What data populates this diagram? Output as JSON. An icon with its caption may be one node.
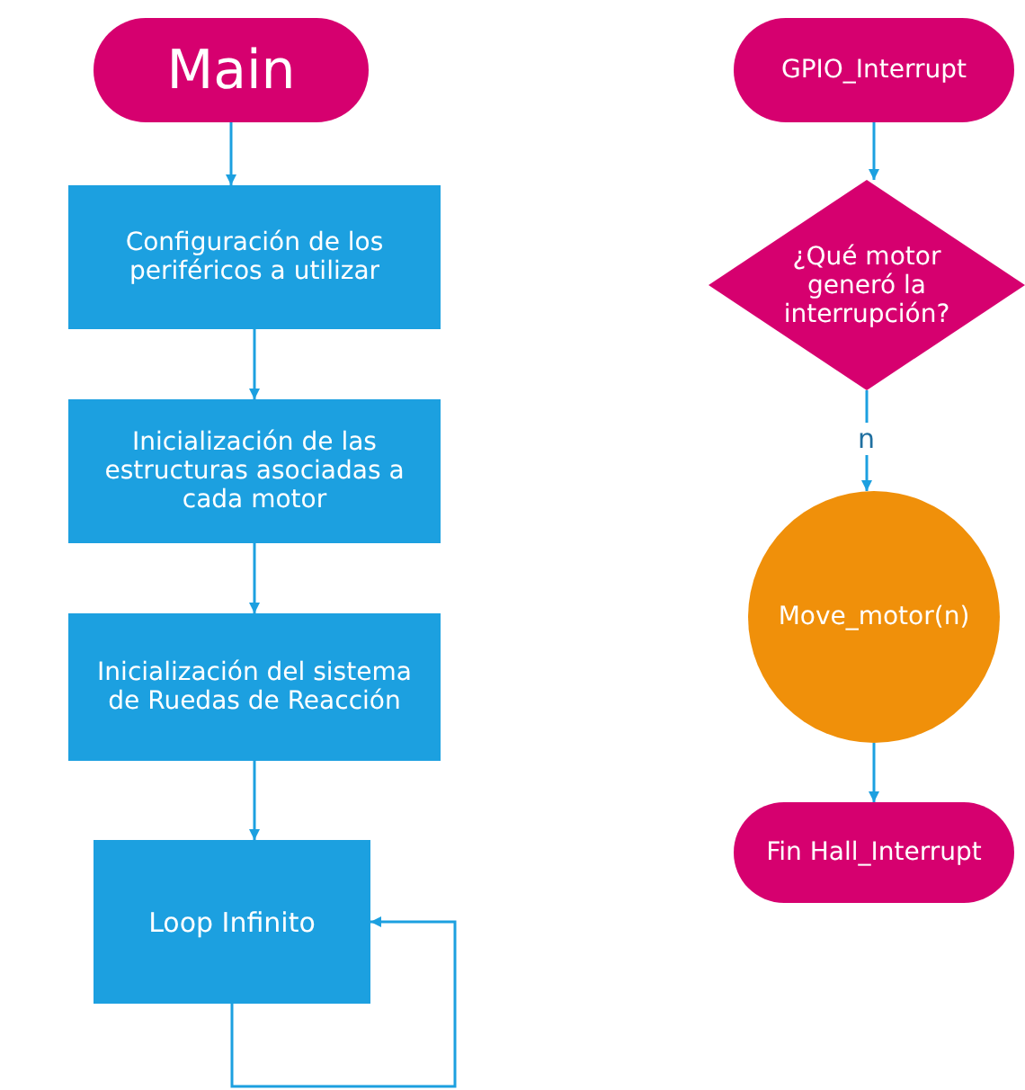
{
  "diagram": {
    "nodes": [
      {
        "text": [
          "Main"
        ]
      },
      {
        "text": [
          "Configuración de los periféricos a utilizar"
        ]
      },
      {
        "text": [
          "Inicialización de las estructuras asociadas a cada motor"
        ]
      },
      {
        "text": [
          "Inicialización del sistema de Ruedas de Reacción"
        ]
      },
      {
        "text": [
          "Loop Infinito"
        ]
      },
      {
        "text": [
          "GPIO_Interrupt"
        ]
      },
      {
        "text": [
          "¿Qué motor generó la interrupción?"
        ]
      },
      {
        "text": [
          "Move_motor(n)"
        ]
      },
      {
        "text": [
          "Fin Hall_Interrupt"
        ]
      }
    ],
    "edges": [
      {
        "from": 0,
        "to": 1,
        "arrow": "to"
      },
      {
        "from": 1,
        "to": 2,
        "arrow": "to"
      },
      {
        "from": 2,
        "to": 3,
        "arrow": "to"
      },
      {
        "from": 3,
        "to": 4,
        "arrow": "to"
      },
      {
        "from": 4,
        "to": 4,
        "arrow": "to"
      },
      {
        "from": 5,
        "to": 6,
        "arrow": "to"
      },
      {
        "from": 6,
        "to": 7,
        "arrow": "to",
        "label": "n"
      },
      {
        "from": 7,
        "to": 8,
        "arrow": "to"
      }
    ]
  }
}
